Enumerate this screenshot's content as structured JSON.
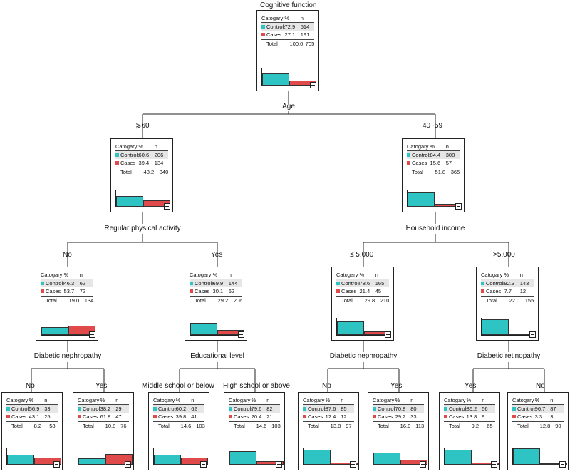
{
  "tree": {
    "header": {
      "category": "Catogary",
      "percent": "%",
      "n": "n"
    },
    "colors": {
      "controls": "#2ec4c4",
      "cases": "#e04a4a"
    },
    "root_title": "Cognitive function",
    "nodes": [
      {
        "id": "root",
        "controls_pct": "72.9",
        "controls_n": "514",
        "cases_pct": "27.1",
        "cases_n": "191",
        "total_pct": "100.0",
        "total_n": "705",
        "controls_share": 0.729,
        "cases_share": 0.271
      },
      {
        "id": "age60",
        "controls_pct": "60.6",
        "controls_n": "206",
        "cases_pct": "39.4",
        "cases_n": "134",
        "total_pct": "48.2",
        "total_n": "340",
        "controls_share": 0.606,
        "cases_share": 0.394
      },
      {
        "id": "age40",
        "controls_pct": "84.4",
        "controls_n": "308",
        "cases_pct": "15.6",
        "cases_n": "57",
        "total_pct": "51.8",
        "total_n": "365",
        "controls_share": 0.844,
        "cases_share": 0.156
      },
      {
        "id": "pa_no",
        "controls_pct": "46.3",
        "controls_n": "62",
        "cases_pct": "53.7",
        "cases_n": "72",
        "total_pct": "19.0",
        "total_n": "134",
        "controls_share": 0.463,
        "cases_share": 0.537
      },
      {
        "id": "pa_yes",
        "controls_pct": "69.9",
        "controls_n": "144",
        "cases_pct": "30.1",
        "cases_n": "62",
        "total_pct": "29.2",
        "total_n": "206",
        "controls_share": 0.699,
        "cases_share": 0.301
      },
      {
        "id": "inc_low",
        "controls_pct": "78.6",
        "controls_n": "165",
        "cases_pct": "21.4",
        "cases_n": "45",
        "total_pct": "29.8",
        "total_n": "210",
        "controls_share": 0.786,
        "cases_share": 0.214
      },
      {
        "id": "inc_high",
        "controls_pct": "92.3",
        "controls_n": "143",
        "cases_pct": "7.7",
        "cases_n": "12",
        "total_pct": "22.0",
        "total_n": "155",
        "controls_share": 0.923,
        "cases_share": 0.077
      },
      {
        "id": "dn_no",
        "controls_pct": "56.9",
        "controls_n": "33",
        "cases_pct": "43.1",
        "cases_n": "25",
        "total_pct": "8.2",
        "total_n": "58",
        "controls_share": 0.569,
        "cases_share": 0.431
      },
      {
        "id": "dn_yes",
        "controls_pct": "38.2",
        "controls_n": "29",
        "cases_pct": "61.8",
        "cases_n": "47",
        "total_pct": "10.8",
        "total_n": "76",
        "controls_share": 0.382,
        "cases_share": 0.618
      },
      {
        "id": "edu_mid",
        "controls_pct": "60.2",
        "controls_n": "62",
        "cases_pct": "39.8",
        "cases_n": "41",
        "total_pct": "14.6",
        "total_n": "103",
        "controls_share": 0.602,
        "cases_share": 0.398
      },
      {
        "id": "edu_high",
        "controls_pct": "79.6",
        "controls_n": "82",
        "cases_pct": "20.4",
        "cases_n": "21",
        "total_pct": "14.6",
        "total_n": "103",
        "controls_share": 0.796,
        "cases_share": 0.204
      },
      {
        "id": "dn2_no",
        "controls_pct": "87.6",
        "controls_n": "85",
        "cases_pct": "12.4",
        "cases_n": "12",
        "total_pct": "13.8",
        "total_n": "97",
        "controls_share": 0.876,
        "cases_share": 0.124
      },
      {
        "id": "dn2_yes",
        "controls_pct": "70.8",
        "controls_n": "80",
        "cases_pct": "29.2",
        "cases_n": "33",
        "total_pct": "16.0",
        "total_n": "113",
        "controls_share": 0.708,
        "cases_share": 0.292
      },
      {
        "id": "dr_yes",
        "controls_pct": "86.2",
        "controls_n": "56",
        "cases_pct": "13.8",
        "cases_n": "9",
        "total_pct": "9.2",
        "total_n": "65",
        "controls_share": 0.862,
        "cases_share": 0.138
      },
      {
        "id": "dr_no",
        "controls_pct": "96.7",
        "controls_n": "87",
        "cases_pct": "3.3",
        "cases_n": "3",
        "total_pct": "12.8",
        "total_n": "90",
        "controls_share": 0.967,
        "cases_share": 0.033
      }
    ],
    "row_labels": {
      "controls": "Controls",
      "cases": "Cases",
      "total": "Total"
    },
    "splits": {
      "age": "Age",
      "pa": "Regular physical activity",
      "income": "Household income",
      "dn": "Diabetic nephropathy",
      "edu": "Educational level",
      "dn2": "Diabetic nephropathy",
      "dr": "Diabetic retinopathy"
    },
    "branches": {
      "age60": "⩾60",
      "age40": "40~59",
      "pa_no": "No",
      "pa_yes": "Yes",
      "inc_low": "≤ 5,000",
      "inc_high": ">5,000",
      "dn_no": "No",
      "dn_yes": "Yes",
      "edu_mid": "Middle school or below",
      "edu_high": "High school or above",
      "dn2_no": "No",
      "dn2_yes": "Yes",
      "dr_yes": "Yes",
      "dr_no": "No"
    }
  }
}
